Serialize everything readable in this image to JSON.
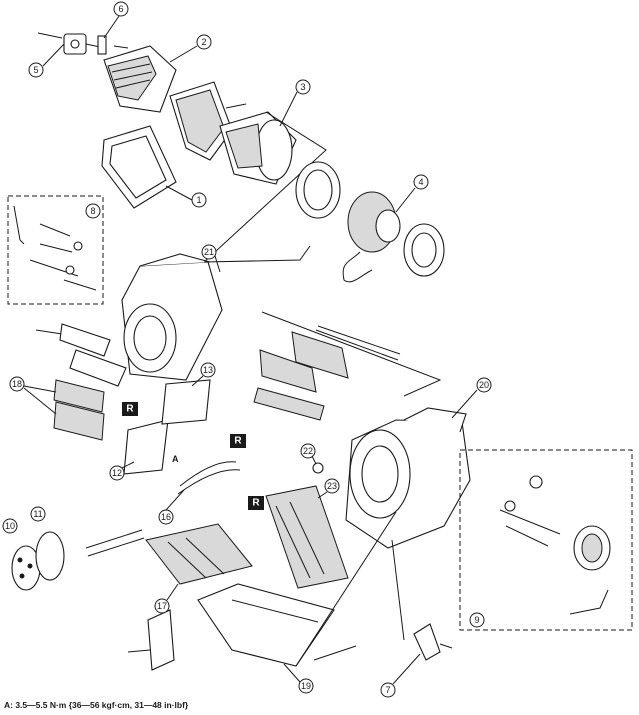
{
  "callouts": [
    "1",
    "2",
    "3",
    "4",
    "5",
    "6",
    "7",
    "8",
    "9",
    "10",
    "11",
    "12",
    "13",
    "16",
    "17",
    "18",
    "19",
    "20",
    "21",
    "22",
    "23"
  ],
  "badges": {
    "replace": "R"
  },
  "torque_marker": "A",
  "torque_note": "A: 3.5—5.5 N·m {36—56 kgf·cm, 31—48 in·lbf}"
}
